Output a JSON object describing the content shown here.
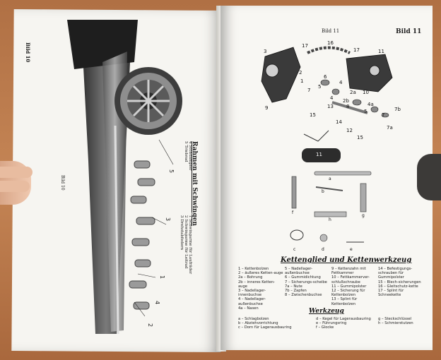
{
  "left_page": {
    "header": "Bild 10",
    "side_label": "Bild 10",
    "caption_title": "Rahmen mit Schwingen",
    "caption_items": [
      "1  Schwingarme für Laufräder",
      "2  Schwingarme für Leitrad",
      "3  Drehstabfedern",
      "4  Stoßdämpfer",
      "5  Triebrad"
    ],
    "callouts": [
      "5",
      "3",
      "1",
      "4",
      "2"
    ]
  },
  "right_page": {
    "header_left": "Bild 11",
    "header_right": "Bild 11",
    "part_numbers": [
      "3",
      "17",
      "16",
      "17",
      "11",
      "2",
      "1",
      "9",
      "7",
      "6",
      "5",
      "4",
      "2a",
      "10",
      "2b",
      "4",
      "8",
      "13",
      "7b",
      "7",
      "7a",
      "15",
      "14",
      "12",
      "15",
      "11",
      "5",
      "4a"
    ],
    "section_title": "Kettenglied und Kettenwerkzeug",
    "parts": [
      [
        "1",
        "Kettenbolzen"
      ],
      [
        "2",
        "äußeres Ketten-auge"
      ],
      [
        "2a",
        "Bohrung"
      ],
      [
        "2b",
        "inneres Ketten-auge"
      ],
      [
        "3",
        "Nadellager-innenbuchse"
      ],
      [
        "4",
        "Nadellager-außenbuchse"
      ],
      [
        "4a",
        "Nasen"
      ],
      [
        "5",
        "Nadellager-außenbuchse"
      ],
      [
        "6",
        "Gummidichtung"
      ],
      [
        "7",
        "Sicherungs-scheibe"
      ],
      [
        "7a",
        "Nute"
      ],
      [
        "7b",
        "Zapfen"
      ],
      [
        "8",
        "Zwischenbuchse"
      ],
      [
        "9",
        "Kettenzahn mit Fettkammer"
      ],
      [
        "10",
        "Fettkammerver-schlußschraube"
      ],
      [
        "11",
        "Gummipolster"
      ],
      [
        "12",
        "Sicherung für Kettenbolzen"
      ],
      [
        "13",
        "Splint für Kettenbolzen"
      ],
      [
        "14",
        "Befestigungs-schrauben für Gummipolster"
      ],
      [
        "15",
        "Blech-sicherungen"
      ],
      [
        "16",
        "Gleitschutz-kette"
      ],
      [
        "17",
        "Splint für Schneekette"
      ]
    ],
    "tools_title": "Werkzeug",
    "tools": [
      [
        "a",
        "Schlagbolzen"
      ],
      [
        "b",
        "Abziehvorrichtung"
      ],
      [
        "c",
        "Dorn für Lagerausbauring"
      ],
      [
        "d",
        "Kegel für Lagerausbauring"
      ],
      [
        "e",
        "Führungsring"
      ],
      [
        "f",
        "Glocke"
      ],
      [
        "g",
        "Steckschlüssel"
      ],
      [
        "h",
        "Schmierstutzen"
      ]
    ],
    "tool_letters": [
      "a",
      "b",
      "c",
      "d",
      "e",
      "f",
      "g",
      "h"
    ]
  }
}
